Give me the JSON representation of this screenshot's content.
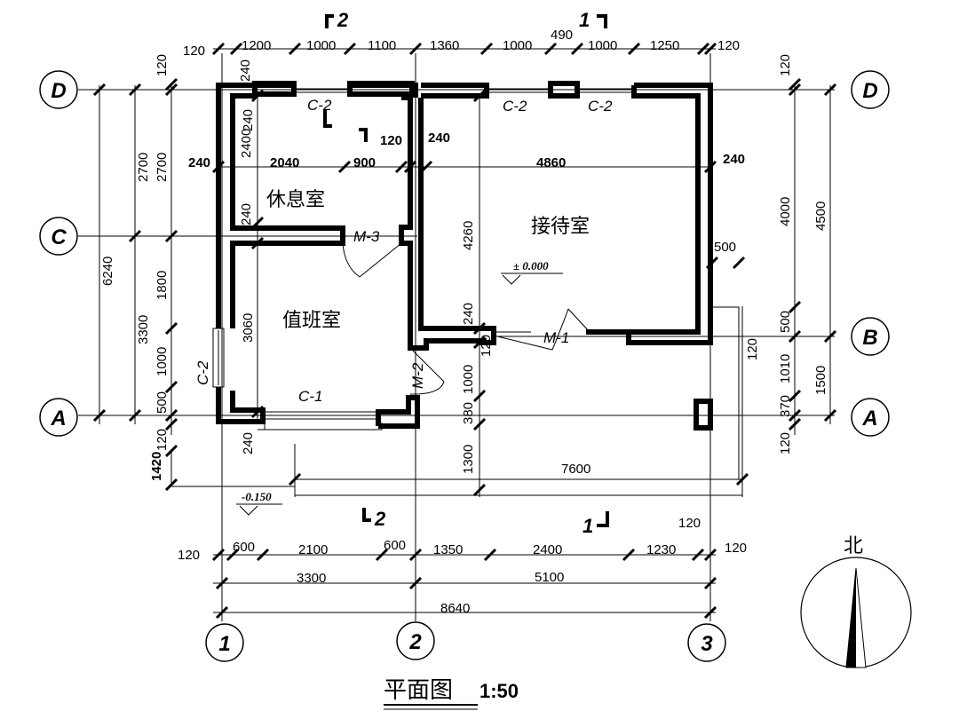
{
  "dimensions": {
    "top": [
      "120",
      "1200",
      "1000",
      "1100",
      "1360",
      "1000",
      "490",
      "1000",
      "1250",
      "120"
    ],
    "left_outer": "6240",
    "left_middle": [
      "2700",
      "3300"
    ],
    "left_inner": [
      "120",
      "2700",
      "1800",
      "1000",
      "500",
      "120"
    ],
    "left_misc": [
      "1420"
    ],
    "right_inner": [
      "120",
      "4000",
      "500",
      "1010",
      "370",
      "120"
    ],
    "right_outer": [
      "4500",
      "1500"
    ],
    "bottom_row1": [
      "120",
      "600",
      "2100",
      "600",
      "1350",
      "2400",
      "1230",
      "120",
      "120"
    ],
    "bottom_row2": [
      "3300",
      "5100"
    ],
    "bottom_total": "8640",
    "interior": [
      "240",
      "240",
      "2400",
      "2040",
      "900",
      "120",
      "240",
      "4860",
      "240",
      "240",
      "240",
      "3060",
      "4260",
      "240",
      "120",
      "1000",
      "380",
      "1300",
      "7600",
      "500",
      "120",
      "240"
    ]
  },
  "axes": {
    "rows": [
      "D",
      "C",
      "B",
      "A"
    ],
    "columns": [
      "1",
      "2",
      "3"
    ]
  },
  "rooms": {
    "rest": "休息室",
    "reception": "接待室",
    "duty": "值班室"
  },
  "openings": {
    "c2": "C-2",
    "c1": "C-1",
    "m3": "M-3",
    "m2": "M-2",
    "m1": "M-1"
  },
  "levels": {
    "floor": "± 0.000",
    "outside": "-0.150"
  },
  "sections": {
    "s2": "2",
    "s1": "1"
  },
  "compass": {
    "north": "北"
  },
  "title": {
    "name": "平面图",
    "scale": "1:50"
  }
}
